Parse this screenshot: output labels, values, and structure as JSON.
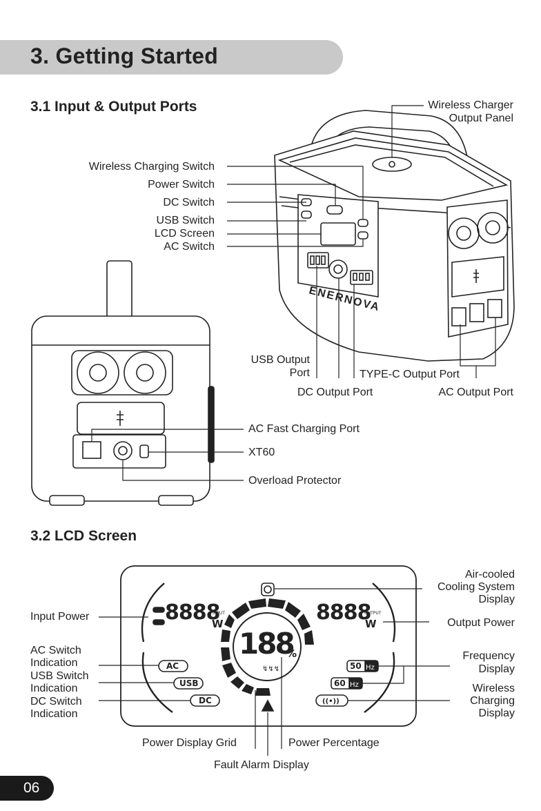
{
  "section_title": "3. Getting Started",
  "sub1": "3.1 Input & Output Ports",
  "sub2": "3.2 LCD Screen",
  "brand": "ENERNOVA",
  "ports": {
    "wireless_panel_1": "Wireless Charger",
    "wireless_panel_2": "Output Panel",
    "wireless_switch": "Wireless Charging Switch",
    "power_switch": "Power Switch",
    "dc_switch": "DC Switch",
    "usb_switch": "USB Switch",
    "lcd_screen": "LCD Screen",
    "ac_switch": "AC Switch",
    "usb_output_1": "USB Output",
    "usb_output_2": "Port",
    "typec_output": "TYPE-C Output Port",
    "dc_output": "DC Output Port",
    "ac_output": "AC Output Port",
    "ac_fast": "AC Fast Charging Port",
    "xt60": "XT60",
    "overload": "Overload Protector"
  },
  "lcd": {
    "digits_in": "8888",
    "digits_out": "8888",
    "unit_w": "W",
    "input_tag": "INPUT",
    "output_tag": "OUTPUT",
    "percent_digits": "188",
    "percent_sign": "%",
    "charge_arrows": "↯↯↯",
    "ac_badge": "AC",
    "usb_badge": "USB",
    "dc_badge": "DC",
    "hz50": "50",
    "hz60": "60",
    "hz_unit": "Hz",
    "wireless_badge": "((•))",
    "labels": {
      "input_power": "Input Power",
      "ac_ind_1": "AC Switch",
      "ac_ind_2": "Indication",
      "usb_ind_1": "USB Switch",
      "usb_ind_2": "Indication",
      "dc_ind_1": "DC Switch",
      "dc_ind_2": "Indication",
      "cooling_1": "Air-cooled",
      "cooling_2": "Cooling System",
      "cooling_3": "Display",
      "output_power": "Output Power",
      "freq_1": "Frequency",
      "freq_2": "Display",
      "wireless_1": "Wireless",
      "wireless_2": "Charging",
      "wireless_3": "Display",
      "grid": "Power Display Grid",
      "percentage": "Power Percentage",
      "fault": "Fault Alarm Display"
    }
  },
  "page_number": "06"
}
